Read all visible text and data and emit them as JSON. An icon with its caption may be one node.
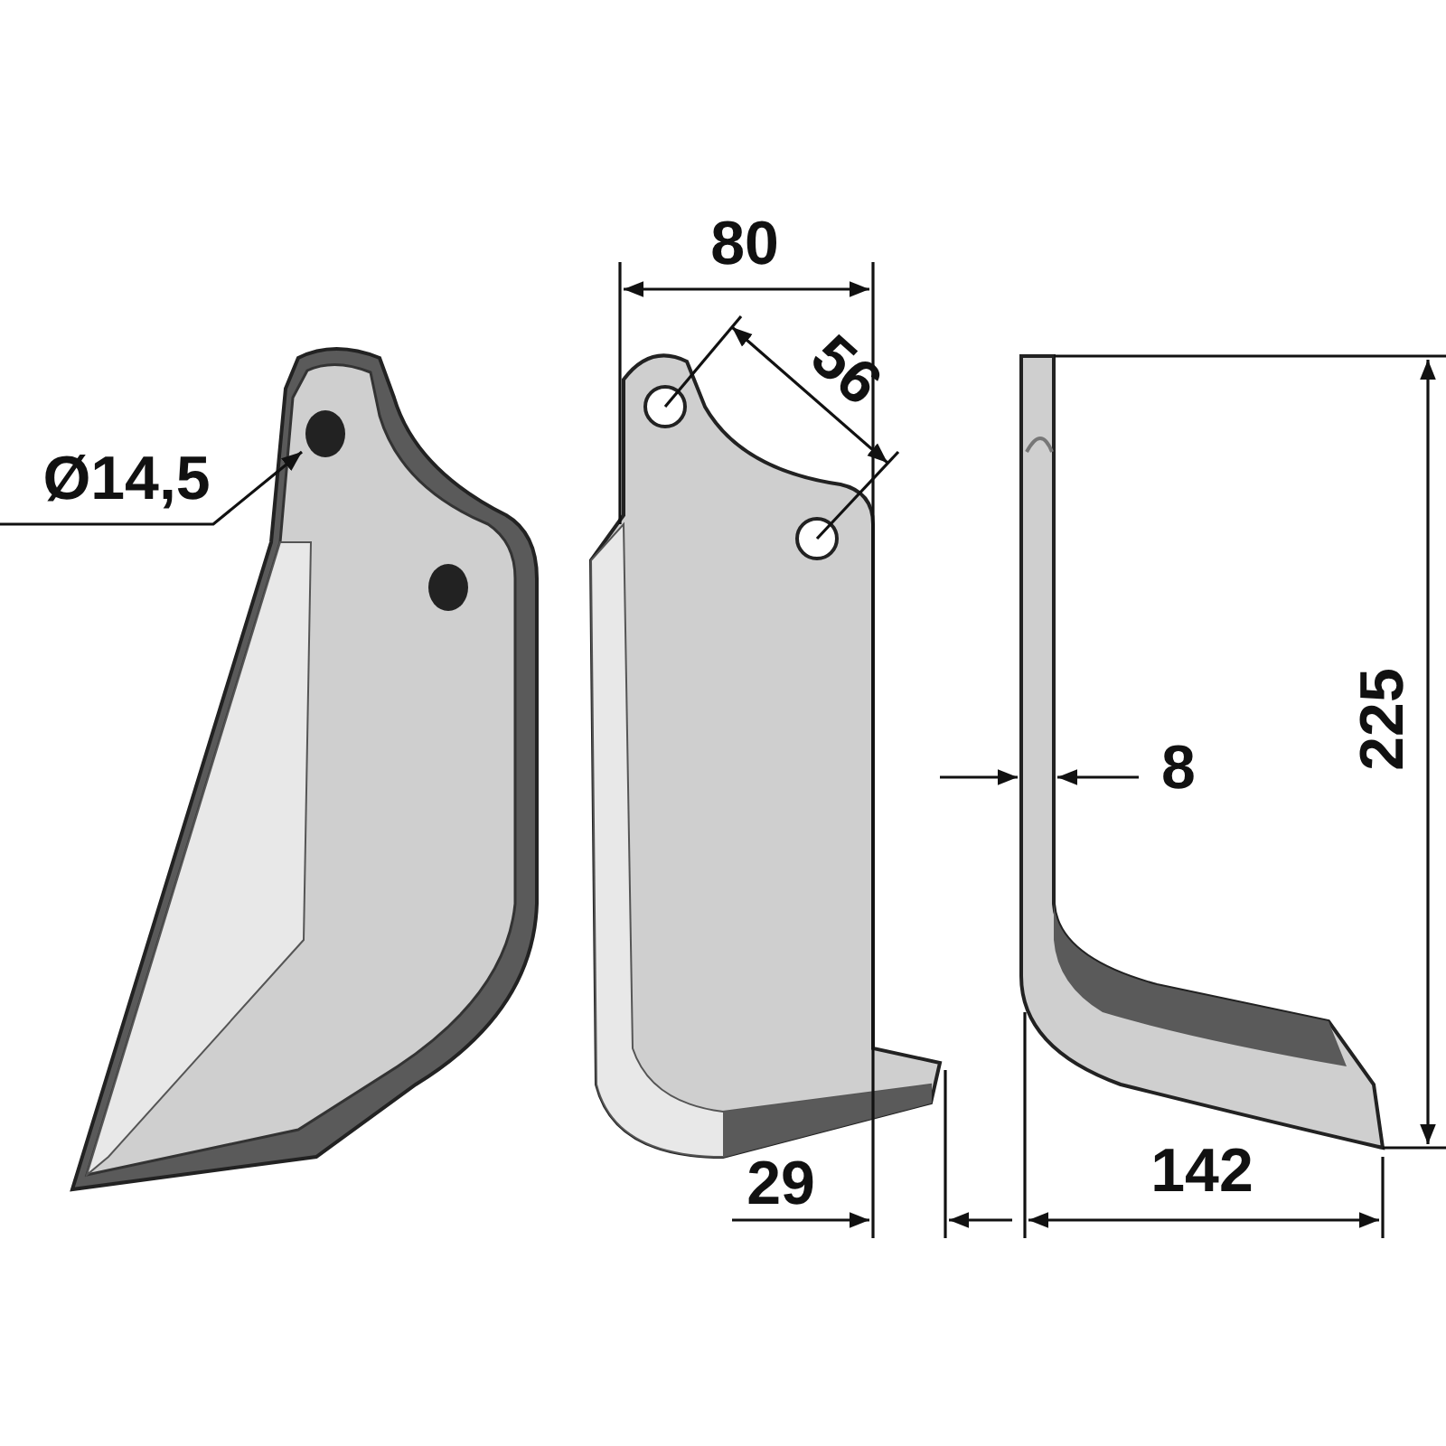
{
  "diagram": {
    "labels": [
      "Ø14,5",
      "80",
      "56",
      "225",
      "8",
      "29",
      "142"
    ]
  }
}
